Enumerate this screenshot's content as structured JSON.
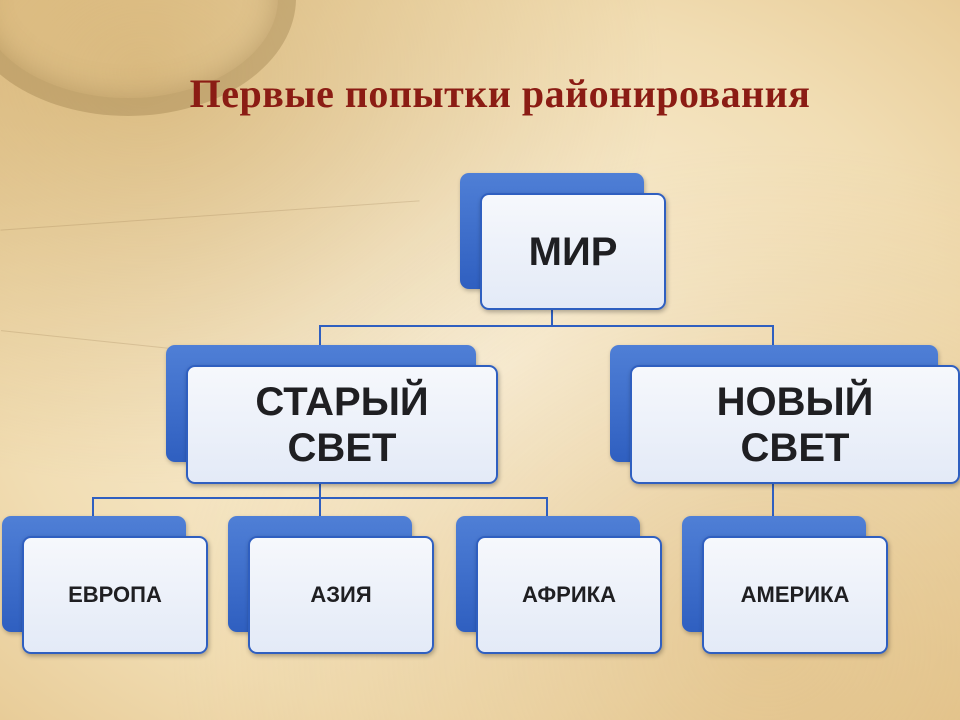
{
  "title": "Первые попытки районирования",
  "nodes": {
    "root": "МИР",
    "old_world": "СТАРЫЙ СВЕТ",
    "new_world": "НОВЫЙ СВЕТ",
    "europe": "ЕВРОПА",
    "asia": "АЗИЯ",
    "africa": "АФРИКА",
    "america": "АМЕРИКА"
  },
  "colors": {
    "title": "#8b1c14",
    "box_back": "#2f5fc0",
    "box_front": "#e3eaf7",
    "connector": "#2f5fc0"
  }
}
